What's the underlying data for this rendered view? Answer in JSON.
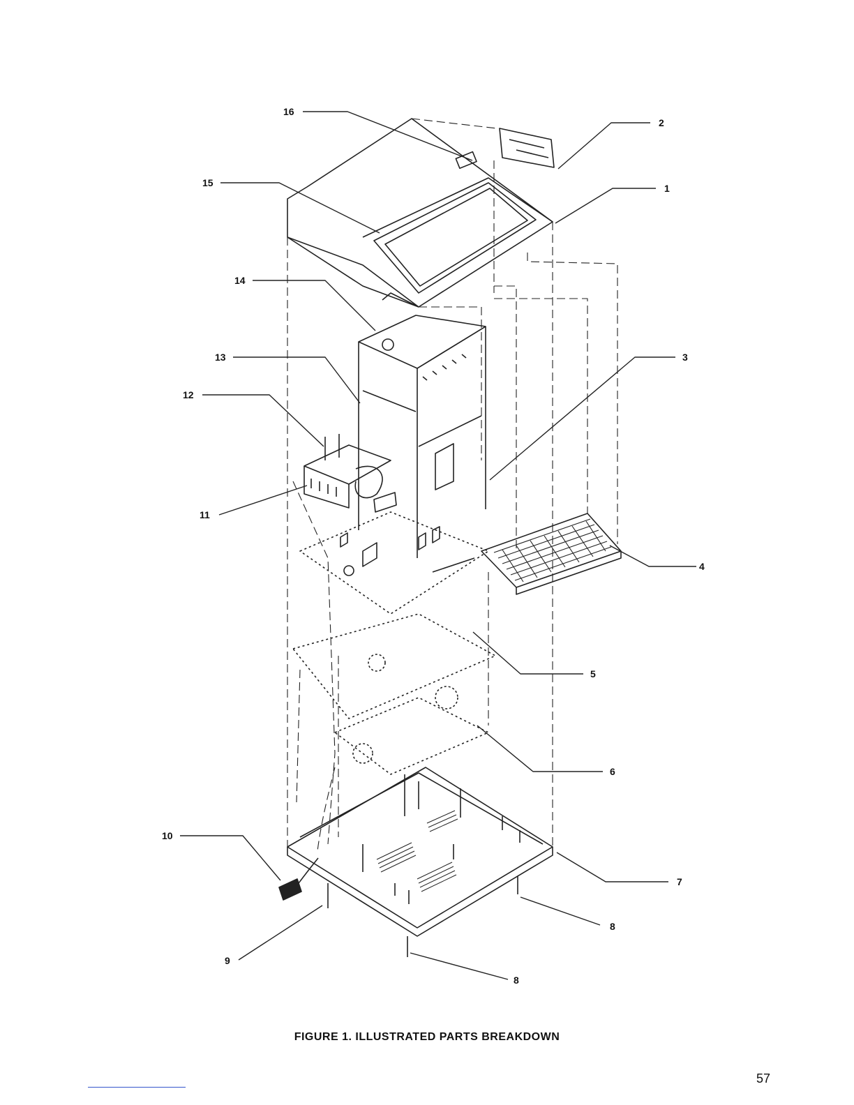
{
  "figure": {
    "caption": "FIGURE 1. ILLUSTRATED PARTS BREAKDOWN",
    "page_number": "57"
  },
  "callouts": [
    "1",
    "2",
    "3",
    "4",
    "5",
    "6",
    "7",
    "8",
    "8",
    "9",
    "10",
    "11",
    "12",
    "13",
    "14",
    "15",
    "16"
  ]
}
